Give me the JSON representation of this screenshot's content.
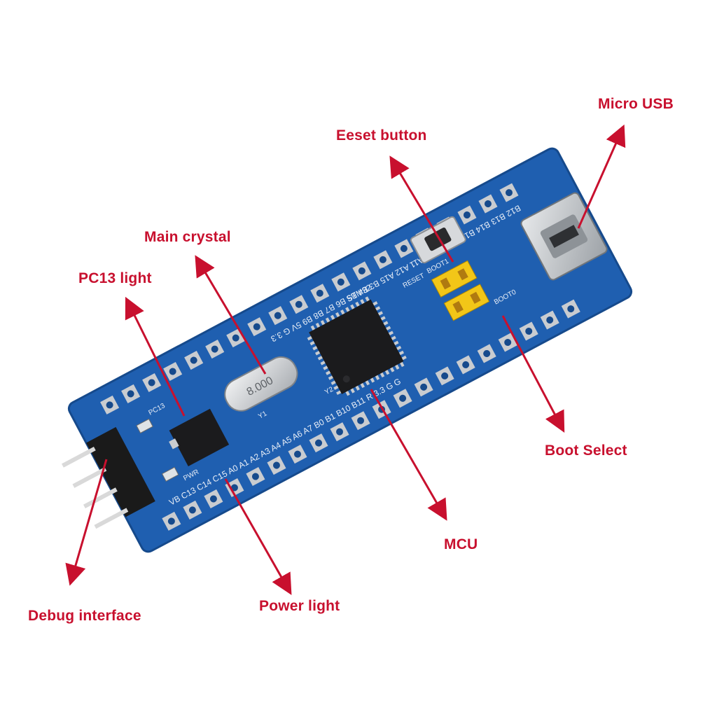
{
  "colors": {
    "label_red": "#c8102e",
    "board_blue": "#1f5fb0",
    "board_edge": "#164a8c",
    "silkscreen": "#e8eef7",
    "pad_silver": "#c9ccd0",
    "chip_black": "#1b1b1d",
    "jumper_yellow": "#f2c618"
  },
  "labels": {
    "micro_usb": "Micro USB",
    "reset_button": "Eeset button",
    "main_crystal": "Main crystal",
    "pc13_light": "PC13 light",
    "boot_select": "Boot Select",
    "mcu": "MCU",
    "debug_interface": "Debug interface",
    "power_light": "Power light"
  },
  "board": {
    "silk_top_row": "B12 B13 B14 B15 A8 A9 A10 A11 A12 A15 B3 B4 B5 B6 B7 B8 B9 5V G 3.3",
    "silk_bottom_row": "VB C13 C14 C15 A0 A1 A2 A3 A4 A5 A6 A7 B0 B1 B10 B11 R 3.3 G G",
    "brand": "STM32",
    "reset_text": "RESET",
    "boot_text": "BOOT1",
    "boot0_text": "BOOT0",
    "pc13_text": "PC13",
    "pwr_text": "PWR",
    "crystal_marking": "8.000",
    "y1": "Y1",
    "y2": "Y2"
  },
  "icons": {
    "arrow": "arrow-icon"
  }
}
